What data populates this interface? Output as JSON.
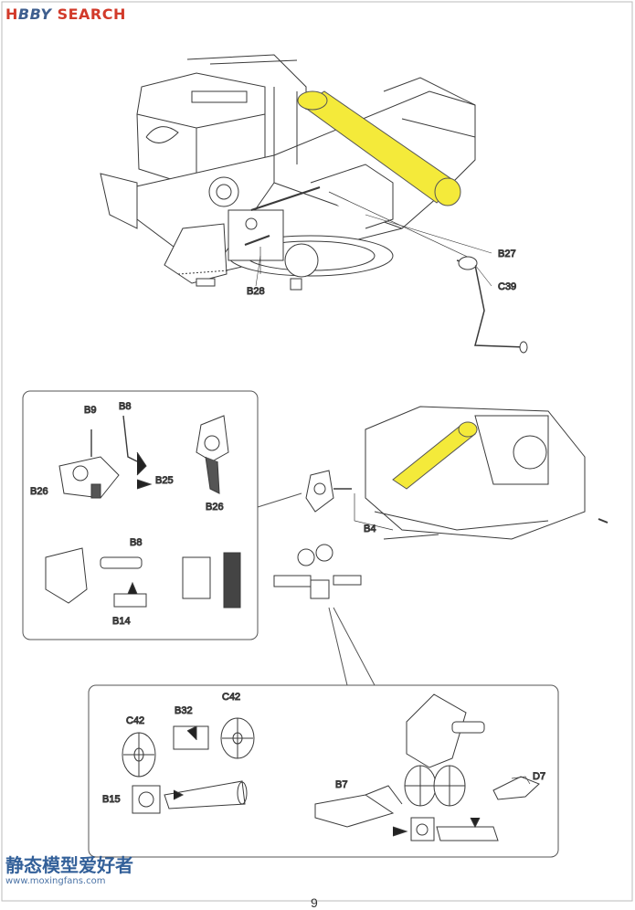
{
  "watermark_top": {
    "logo_part1": "H",
    "logo_part2": "BBY",
    "logo_part3": "SEARCH"
  },
  "watermark_bottom": {
    "text": "静态模型爱好者",
    "url": "www.moxingfans.com"
  },
  "page_number": "9",
  "main_labels": {
    "b27": "B27",
    "c39": "C39",
    "b28": "B28",
    "b4": "B4"
  },
  "inset1_labels": {
    "b9": "B9",
    "b8_top": "B8",
    "b26_left": "B26",
    "b25": "B25",
    "b26_right": "B26",
    "b8_mid": "B8",
    "b14": "B14"
  },
  "inset2_labels": {
    "c42_left": "C42",
    "b32": "B32",
    "c42_right": "C42",
    "b15": "B15",
    "b7": "B7",
    "d7": "D7"
  },
  "colors": {
    "highlight": "#f4ea3a",
    "line": "#3a3a3a",
    "frame": "#555555"
  }
}
